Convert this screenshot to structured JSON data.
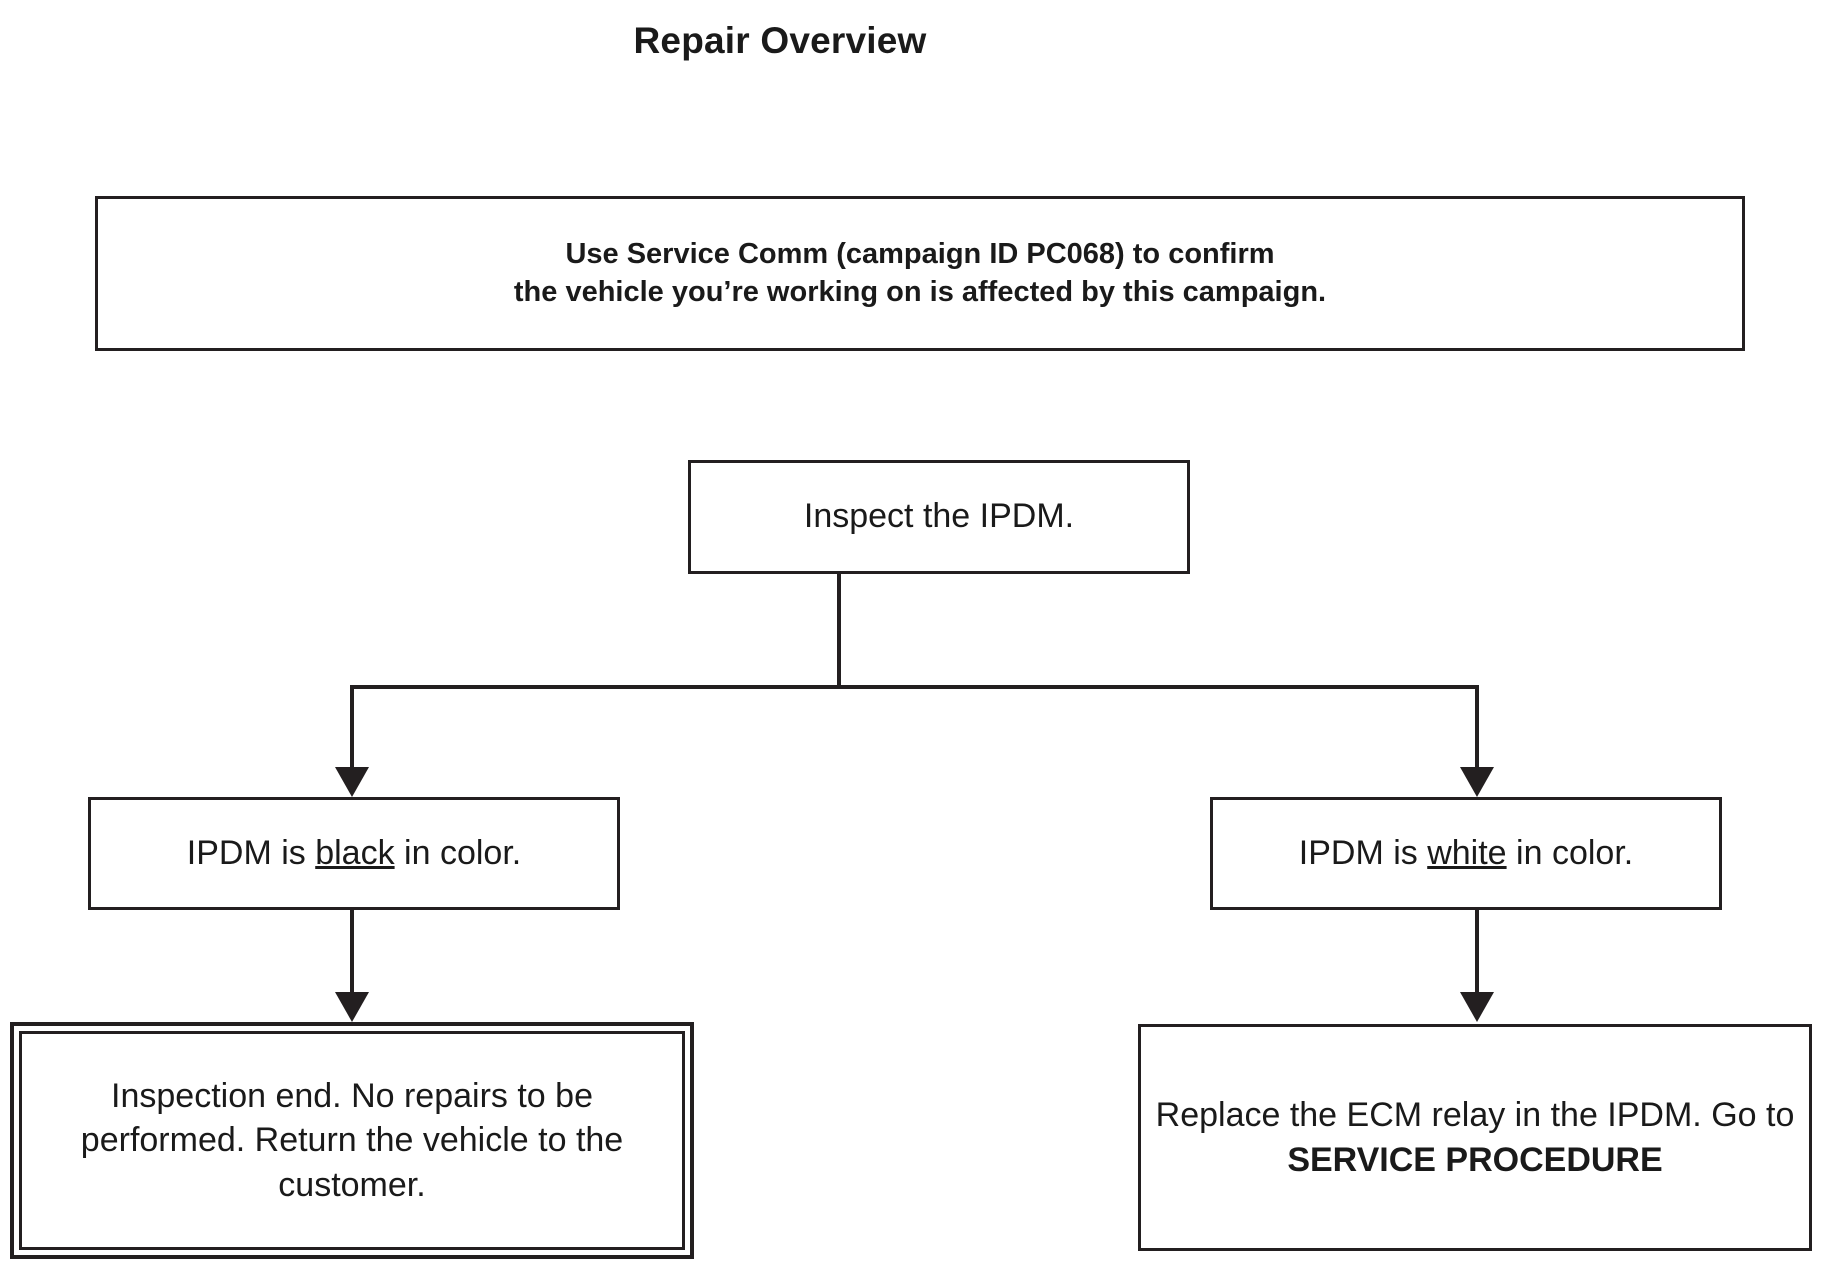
{
  "diagram": {
    "type": "flowchart",
    "title": "Repair Overview",
    "banner": {
      "line1": "Use Service Comm (campaign ID PC068) to confirm",
      "line2": "the vehicle you’re working on is affected by this campaign."
    },
    "nodes": {
      "inspect": {
        "text": "Inspect the IPDM."
      },
      "cond_black": {
        "prefix": "IPDM is ",
        "emphasis": "black",
        "suffix": " in color."
      },
      "cond_white": {
        "prefix": "IPDM is ",
        "emphasis": "white",
        "suffix": " in color."
      },
      "terminal_left": {
        "text": "Inspection end. No repairs to be performed. Return the vehicle to the customer.",
        "border_style": "double"
      },
      "terminal_right": {
        "prefix": "Replace the ECM relay in the IPDM. Go to ",
        "bold": "SERVICE PROCEDURE",
        "border_style": "single"
      }
    },
    "edges": [
      {
        "from": "inspect",
        "to": "cond_black",
        "arrow": "down"
      },
      {
        "from": "inspect",
        "to": "cond_white",
        "arrow": "down"
      },
      {
        "from": "cond_black",
        "to": "terminal_left",
        "arrow": "down"
      },
      {
        "from": "cond_white",
        "to": "terminal_right",
        "arrow": "down"
      }
    ],
    "colors": {
      "stroke": "#231f20",
      "background": "#ffffff",
      "text": "#1a1a1a"
    }
  }
}
